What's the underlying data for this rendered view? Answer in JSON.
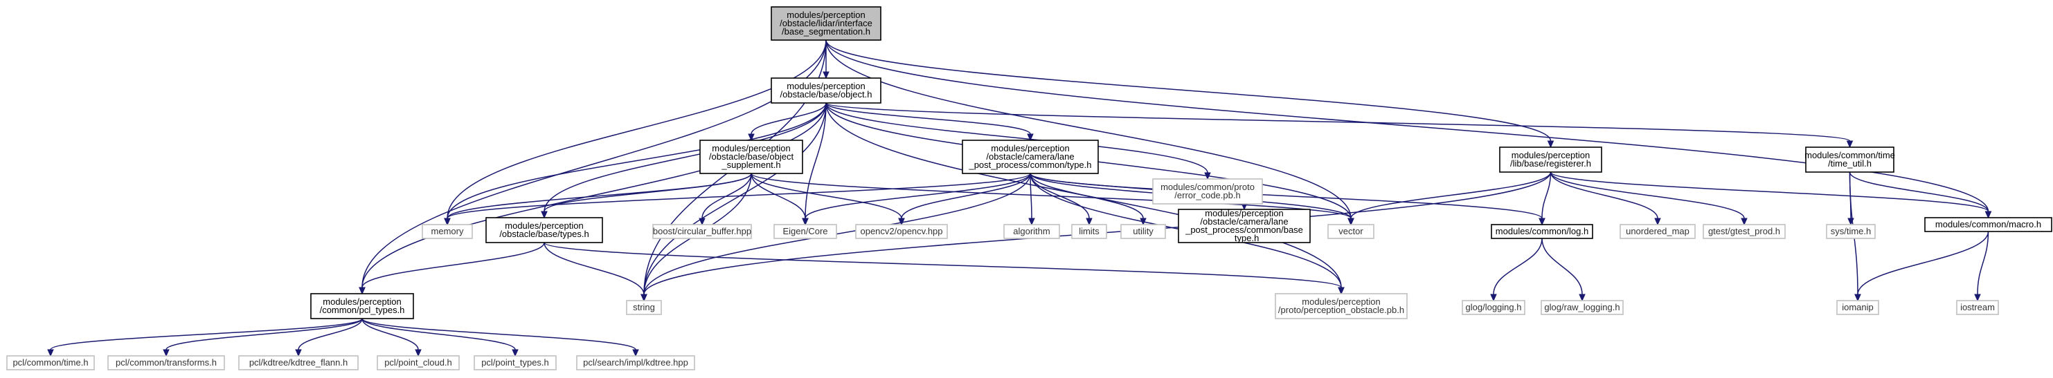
{
  "colors": {
    "edge": "#191970",
    "root_fill": "#bfbfbf",
    "header_border": "#000000",
    "external_border": "#bfbfbf"
  },
  "nodes": [
    {
      "id": "root",
      "kind": "root",
      "lines": [
        "modules/perception",
        "/obstacle/lidar/interface",
        "/base_segmentation.h"
      ]
    },
    {
      "id": "object",
      "kind": "header",
      "lines": [
        "modules/perception",
        "/obstacle/base/object.h"
      ]
    },
    {
      "id": "regist",
      "kind": "header",
      "lines": [
        "modules/perception",
        "/lib/base/registerer.h"
      ]
    },
    {
      "id": "timeutil",
      "kind": "header",
      "lines": [
        "modules/common/time",
        "/time_util.h"
      ]
    },
    {
      "id": "macro",
      "kind": "header",
      "lines": [
        "modules/common/macro.h"
      ]
    },
    {
      "id": "errcode",
      "kind": "external",
      "lines": [
        "modules/common/proto",
        "/error_code.pb.h"
      ]
    },
    {
      "id": "objsupp",
      "kind": "header",
      "lines": [
        "modules/perception",
        "/obstacle/base/object",
        "_supplement.h"
      ]
    },
    {
      "id": "camtype",
      "kind": "header",
      "lines": [
        "modules/perception",
        "/obstacle/camera/lane",
        "_post_process/common/type.h"
      ]
    },
    {
      "id": "memory",
      "kind": "external",
      "lines": [
        "memory"
      ]
    },
    {
      "id": "types",
      "kind": "header",
      "lines": [
        "modules/perception",
        "/obstacle/base/types.h"
      ]
    },
    {
      "id": "circbuf",
      "kind": "external",
      "lines": [
        "boost/circular_buffer.hpp"
      ]
    },
    {
      "id": "eigen",
      "kind": "external",
      "lines": [
        "Eigen/Core"
      ]
    },
    {
      "id": "opencv",
      "kind": "external",
      "lines": [
        "opencv2/opencv.hpp"
      ]
    },
    {
      "id": "algorithm",
      "kind": "external",
      "lines": [
        "algorithm"
      ]
    },
    {
      "id": "limits",
      "kind": "external",
      "lines": [
        "limits"
      ]
    },
    {
      "id": "utility",
      "kind": "external",
      "lines": [
        "utility"
      ]
    },
    {
      "id": "basetype",
      "kind": "header",
      "lines": [
        "modules/perception",
        "/obstacle/camera/lane",
        "_post_process/common/base",
        "_type.h"
      ]
    },
    {
      "id": "vector",
      "kind": "external",
      "lines": [
        "vector"
      ]
    },
    {
      "id": "log",
      "kind": "header",
      "lines": [
        "modules/common/log.h"
      ]
    },
    {
      "id": "umap",
      "kind": "external",
      "lines": [
        "unordered_map"
      ]
    },
    {
      "id": "gtest",
      "kind": "external",
      "lines": [
        "gtest/gtest_prod.h"
      ]
    },
    {
      "id": "systime",
      "kind": "external",
      "lines": [
        "sys/time.h"
      ]
    },
    {
      "id": "pcltypes",
      "kind": "header",
      "lines": [
        "modules/perception",
        "/common/pcl_types.h"
      ]
    },
    {
      "id": "string",
      "kind": "external",
      "lines": [
        "string"
      ]
    },
    {
      "id": "percpb",
      "kind": "external",
      "lines": [
        "modules/perception",
        "/proto/perception_obstacle.pb.h"
      ]
    },
    {
      "id": "glog",
      "kind": "external",
      "lines": [
        "glog/logging.h"
      ]
    },
    {
      "id": "glograw",
      "kind": "external",
      "lines": [
        "glog/raw_logging.h"
      ]
    },
    {
      "id": "iomanip",
      "kind": "external",
      "lines": [
        "iomanip"
      ]
    },
    {
      "id": "iostream",
      "kind": "external",
      "lines": [
        "iostream"
      ]
    },
    {
      "id": "pcltime",
      "kind": "external",
      "lines": [
        "pcl/common/time.h"
      ]
    },
    {
      "id": "pcltrans",
      "kind": "external",
      "lines": [
        "pcl/common/transforms.h"
      ]
    },
    {
      "id": "kdflann",
      "kind": "external",
      "lines": [
        "pcl/kdtree/kdtree_flann.h"
      ]
    },
    {
      "id": "pointcloud",
      "kind": "external",
      "lines": [
        "pcl/point_cloud.h"
      ]
    },
    {
      "id": "pointtypes",
      "kind": "external",
      "lines": [
        "pcl/point_types.h"
      ]
    },
    {
      "id": "kdtreehpp",
      "kind": "external",
      "lines": [
        "pcl/search/impl/kdtree.hpp"
      ]
    }
  ],
  "edges": [
    [
      "root",
      "object"
    ],
    [
      "root",
      "regist"
    ],
    [
      "root",
      "macro"
    ],
    [
      "root",
      "memory"
    ],
    [
      "root",
      "vector"
    ],
    [
      "root",
      "string"
    ],
    [
      "root",
      "pcltypes"
    ],
    [
      "object",
      "timeutil"
    ],
    [
      "object",
      "errcode"
    ],
    [
      "object",
      "objsupp"
    ],
    [
      "object",
      "camtype"
    ],
    [
      "object",
      "memory"
    ],
    [
      "object",
      "types"
    ],
    [
      "object",
      "eigen"
    ],
    [
      "object",
      "vector"
    ],
    [
      "object",
      "string"
    ],
    [
      "object",
      "pcltypes"
    ],
    [
      "object",
      "percpb"
    ],
    [
      "regist",
      "log"
    ],
    [
      "regist",
      "umap"
    ],
    [
      "regist",
      "gtest"
    ],
    [
      "regist",
      "macro"
    ],
    [
      "regist",
      "vector"
    ],
    [
      "regist",
      "string"
    ],
    [
      "timeutil",
      "systime"
    ],
    [
      "timeutil",
      "iomanip"
    ],
    [
      "timeutil",
      "macro"
    ],
    [
      "macro",
      "iomanip"
    ],
    [
      "macro",
      "iostream"
    ],
    [
      "objsupp",
      "memory"
    ],
    [
      "objsupp",
      "types"
    ],
    [
      "objsupp",
      "circbuf"
    ],
    [
      "objsupp",
      "eigen"
    ],
    [
      "objsupp",
      "opencv"
    ],
    [
      "objsupp",
      "string"
    ],
    [
      "objsupp",
      "vector"
    ],
    [
      "camtype",
      "memory"
    ],
    [
      "camtype",
      "eigen"
    ],
    [
      "camtype",
      "opencv"
    ],
    [
      "camtype",
      "algorithm"
    ],
    [
      "camtype",
      "limits"
    ],
    [
      "camtype",
      "utility"
    ],
    [
      "camtype",
      "basetype"
    ],
    [
      "camtype",
      "vector"
    ],
    [
      "camtype",
      "string"
    ],
    [
      "camtype",
      "log"
    ],
    [
      "camtype",
      "percpb"
    ],
    [
      "types",
      "string"
    ],
    [
      "types",
      "pcltypes"
    ],
    [
      "types",
      "percpb"
    ],
    [
      "log",
      "glog"
    ],
    [
      "log",
      "glograw"
    ],
    [
      "pcltypes",
      "pcltime"
    ],
    [
      "pcltypes",
      "pcltrans"
    ],
    [
      "pcltypes",
      "kdflann"
    ],
    [
      "pcltypes",
      "pointcloud"
    ],
    [
      "pcltypes",
      "pointtypes"
    ],
    [
      "pcltypes",
      "kdtreehpp"
    ]
  ]
}
